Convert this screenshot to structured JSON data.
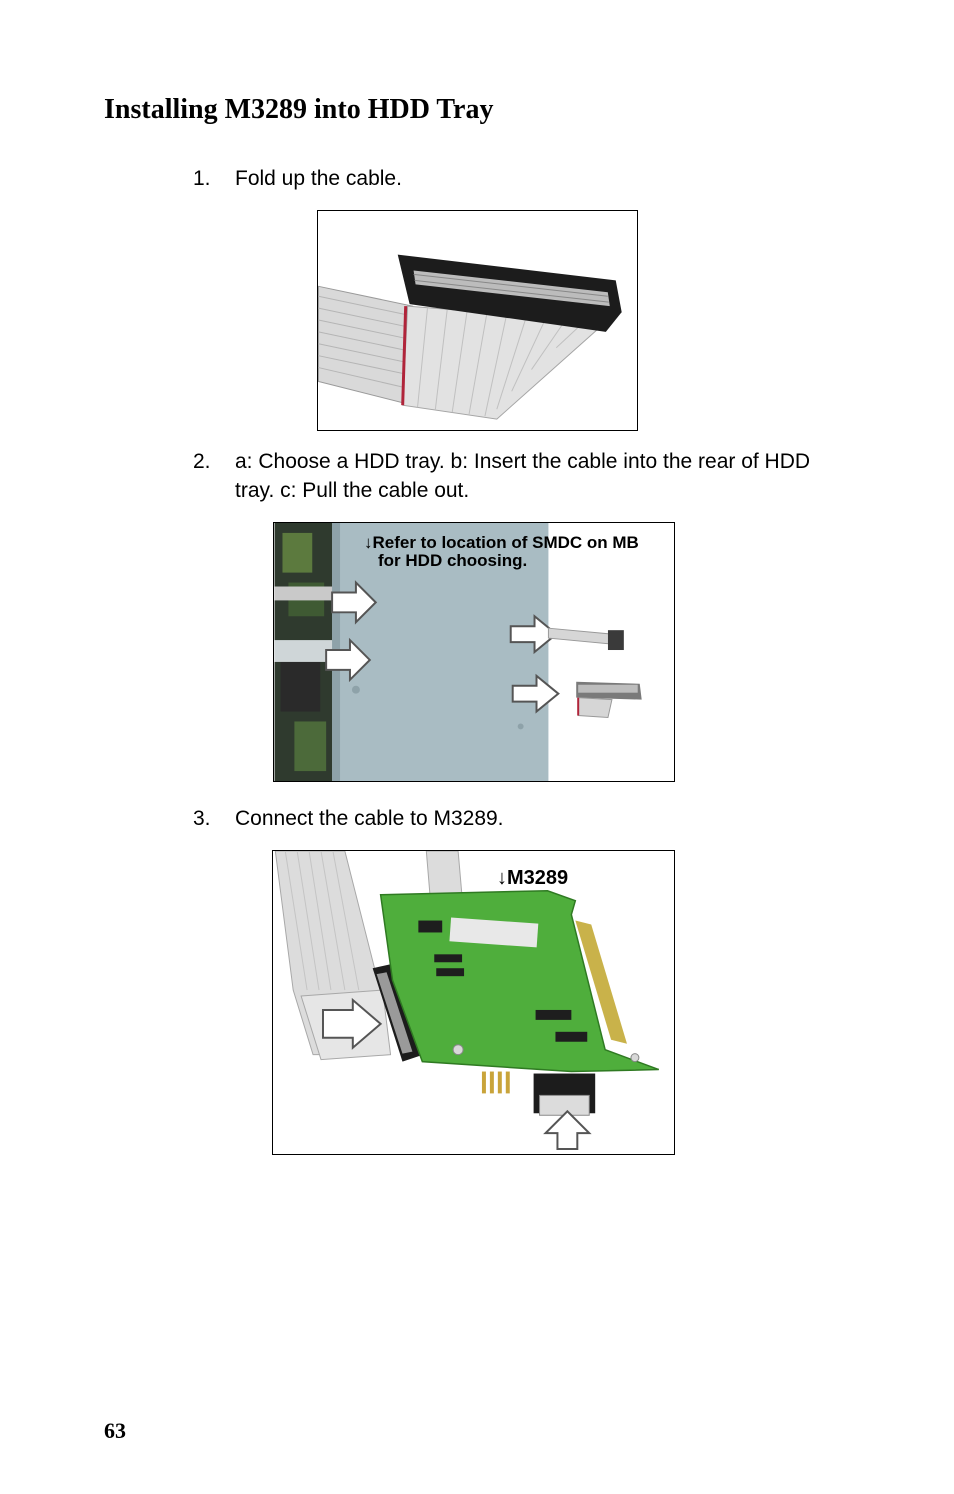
{
  "title": "Installing M3289 into HDD Tray",
  "steps": [
    {
      "number": "1.",
      "text": "Fold up the cable."
    },
    {
      "number": "2.",
      "text": "a: Choose a HDD tray. b: Insert the cable into the rear of HDD tray. c: Pull the cable out."
    },
    {
      "number": "3.",
      "text": "Connect the cable to M3289."
    }
  ],
  "figures": {
    "fig2_caption_line1": "↓Refer to location of SMDC on MB",
    "fig2_caption_line2": "for HDD choosing.",
    "fig3_caption": "↓M3289"
  },
  "colors": {
    "tray": "#a9bcc3",
    "pcb": "#4fae3c",
    "cable": "#d6d6d6",
    "connector": "#1c1c1c"
  },
  "page_number": "63"
}
